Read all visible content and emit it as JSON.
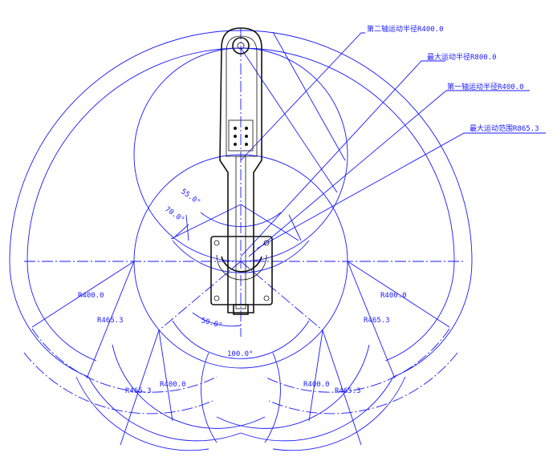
{
  "callouts": {
    "axis2_radius": "第二轴运动半径R400.0",
    "max_radius": "最大运动半径R800.0",
    "axis1_radius": "第一轴运动半径R400.0",
    "max_range": "最大运动范围R865.3"
  },
  "angles": {
    "a55": "55.0°",
    "a70": "70.0°",
    "a50": "50.0°",
    "a100": "100.0°"
  },
  "dims": {
    "left_r400": "R400.0",
    "left_r465": "R465.3",
    "bottom_left_r465": "R465.3",
    "bottom_left_r400": "R400.0",
    "bottom_right_r400": "R400.0",
    "bottom_right_r465": "R465.3",
    "right_r400": "R400.0",
    "right_r465": "R465.3"
  },
  "colors": {
    "dimension": "#1a1aff",
    "robot": "#111111"
  }
}
